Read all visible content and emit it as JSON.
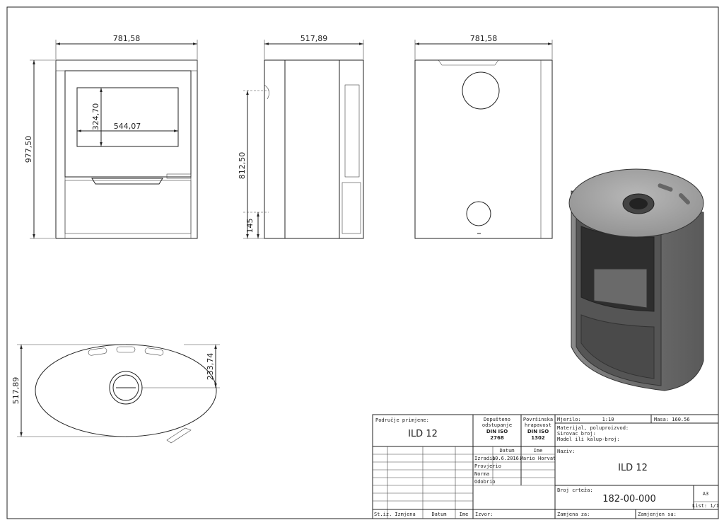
{
  "dimensions": {
    "front_width": "781,58",
    "front_height": "977,50",
    "glass_height": "324,70",
    "glass_width": "544,07",
    "side_depth": "517,89",
    "side_flue_height": "812,50",
    "side_air_height": "145",
    "back_width": "781,58",
    "top_depth": "517,89",
    "top_flue_offset": "233,74"
  },
  "title_block": {
    "application_label": "Područje primjene:",
    "application_value": "ILD 12",
    "tolerance_label": [
      "Dopušteno",
      "odstupanje"
    ],
    "tolerance_std": [
      "DIN ISO",
      "2768"
    ],
    "roughness_label": [
      "Površinska",
      "hrapavost"
    ],
    "roughness_std": [
      "DIN ISO",
      "1302"
    ],
    "scale_label": "Mjerilo:",
    "scale_value": "1:10",
    "mass": "Masa: 160.56",
    "material_lines": [
      "Materijal, poluproizvod:",
      "Sirovac broj:",
      "Model ili kalup-broj:"
    ],
    "date_header": "Datum",
    "name_header": "Ime",
    "roles": [
      "Izradio",
      "Provjerio",
      "Norma",
      "Odobrio"
    ],
    "made_date": "10.6.2016.",
    "made_by": "Mario Horvat",
    "name_label": "Naziv:",
    "name_value": "ILD 12",
    "drawing_no_label": "Broj crteža:",
    "drawing_no": "182-00-000",
    "format": "A3",
    "sheet": "List: 1/1",
    "rev_headers": [
      "St.iz.",
      "Izmjena",
      "Datum",
      "Ime"
    ],
    "source_label": "Izvor:",
    "replaces_label": "Zamjena za:",
    "replaced_by_label": "Zamjenjen sa:"
  }
}
